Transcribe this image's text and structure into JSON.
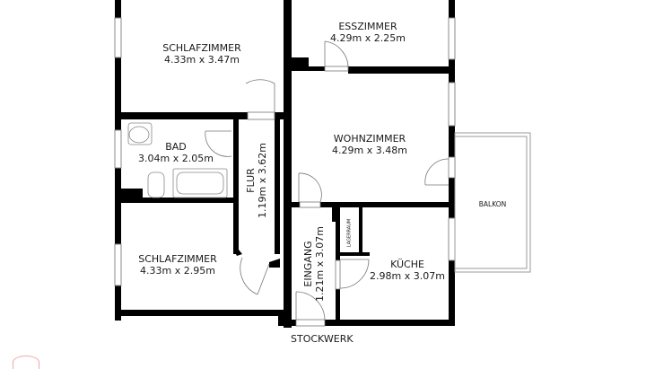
{
  "floor_plan": {
    "floor_label": "STOCKWERK",
    "rooms": [
      {
        "id": "schlafzimmer_1",
        "name": "SCHLAFZIMMER",
        "dimensions": "4.33m x 3.47m"
      },
      {
        "id": "esszimmer",
        "name": "ESSZIMMER",
        "dimensions": "4.29m x 2.25m"
      },
      {
        "id": "bad",
        "name": "BAD",
        "dimensions": "3.04m x 2.05m"
      },
      {
        "id": "flur",
        "name": "FLUR",
        "dimensions": "1.19m x 3.62m"
      },
      {
        "id": "wohnzimmer",
        "name": "WOHNZIMMER",
        "dimensions": "4.29m x 3.48m"
      },
      {
        "id": "balkon",
        "name": "BALKON",
        "dimensions": ""
      },
      {
        "id": "schlafzimmer_2",
        "name": "SCHLAFZIMMER",
        "dimensions": "4.33m x 2.95m"
      },
      {
        "id": "eingang",
        "name": "EINGANG",
        "dimensions": "1.21m x 3.07m"
      },
      {
        "id": "lagerraum",
        "name": "LAGERRAUM",
        "dimensions": ""
      },
      {
        "id": "kueche",
        "name": "KÜCHE",
        "dimensions": "2.98m x 3.07m"
      }
    ],
    "colors": {
      "wall": "#000000",
      "background": "#ffffff",
      "fixture": "#888888",
      "logo": "#f2a6a6"
    }
  }
}
